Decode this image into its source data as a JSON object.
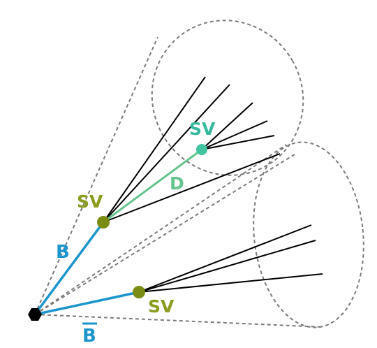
{
  "labels": {
    "sv_d": "SV",
    "d": "D",
    "sv_b": "SV",
    "b": "B",
    "sv_bbar": "SV",
    "bbar": "B"
  },
  "colors": {
    "b_line": "#1b95cc",
    "d_line": "#63c48c",
    "sv_dot": "#7a8c14",
    "sv_d_dot": "#43c4a1",
    "sv_text": "#8a9b1f",
    "sv_d_text": "#36b99c",
    "d_text": "#63c48c",
    "b_text": "#1b95cc",
    "cone": "#7b7b7b",
    "track": "#000000",
    "pv": "#000000"
  }
}
